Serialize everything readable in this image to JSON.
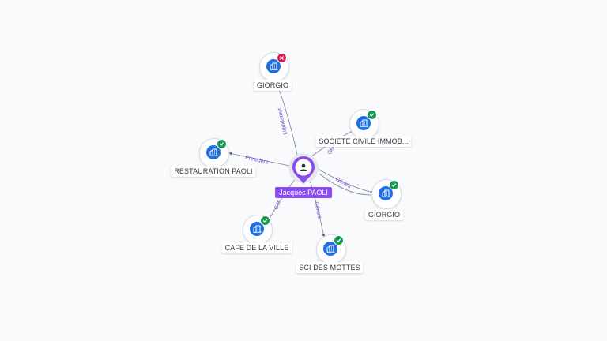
{
  "center": {
    "name": "Jacques PAOLI",
    "icon": "person-icon"
  },
  "nodes": [
    {
      "id": "n1",
      "label": "GIORGIO",
      "status": "closed",
      "status_icon": "cross-icon"
    },
    {
      "id": "n2",
      "label": "SOCIETE CIVILE IMMOB...",
      "status": "active",
      "status_icon": "check-icon"
    },
    {
      "id": "n3",
      "label": "RESTAURATION PAOLI",
      "status": "active",
      "status_icon": "check-icon"
    },
    {
      "id": "n4",
      "label": "GIORGIO",
      "status": "active",
      "status_icon": "check-icon"
    },
    {
      "id": "n5",
      "label": "CAFE DE LA VILLE",
      "status": "active",
      "status_icon": "check-icon"
    },
    {
      "id": "n6",
      "label": "SCI DES MOTTES",
      "status": "active",
      "status_icon": "check-icon"
    }
  ],
  "edges": [
    {
      "to": "n1",
      "label": "Liquidateur"
    },
    {
      "to": "n2",
      "label": "Gér"
    },
    {
      "to": "n3",
      "label": "President"
    },
    {
      "to": "n4",
      "label": "Gérant"
    },
    {
      "to": "n5",
      "label": "Gér"
    },
    {
      "to": "n6",
      "label": "Gérant"
    }
  ],
  "colors": {
    "company": "#1f6fe5",
    "active": "#1a9a53",
    "closed": "#d42353",
    "person": "#8a4cf0"
  }
}
